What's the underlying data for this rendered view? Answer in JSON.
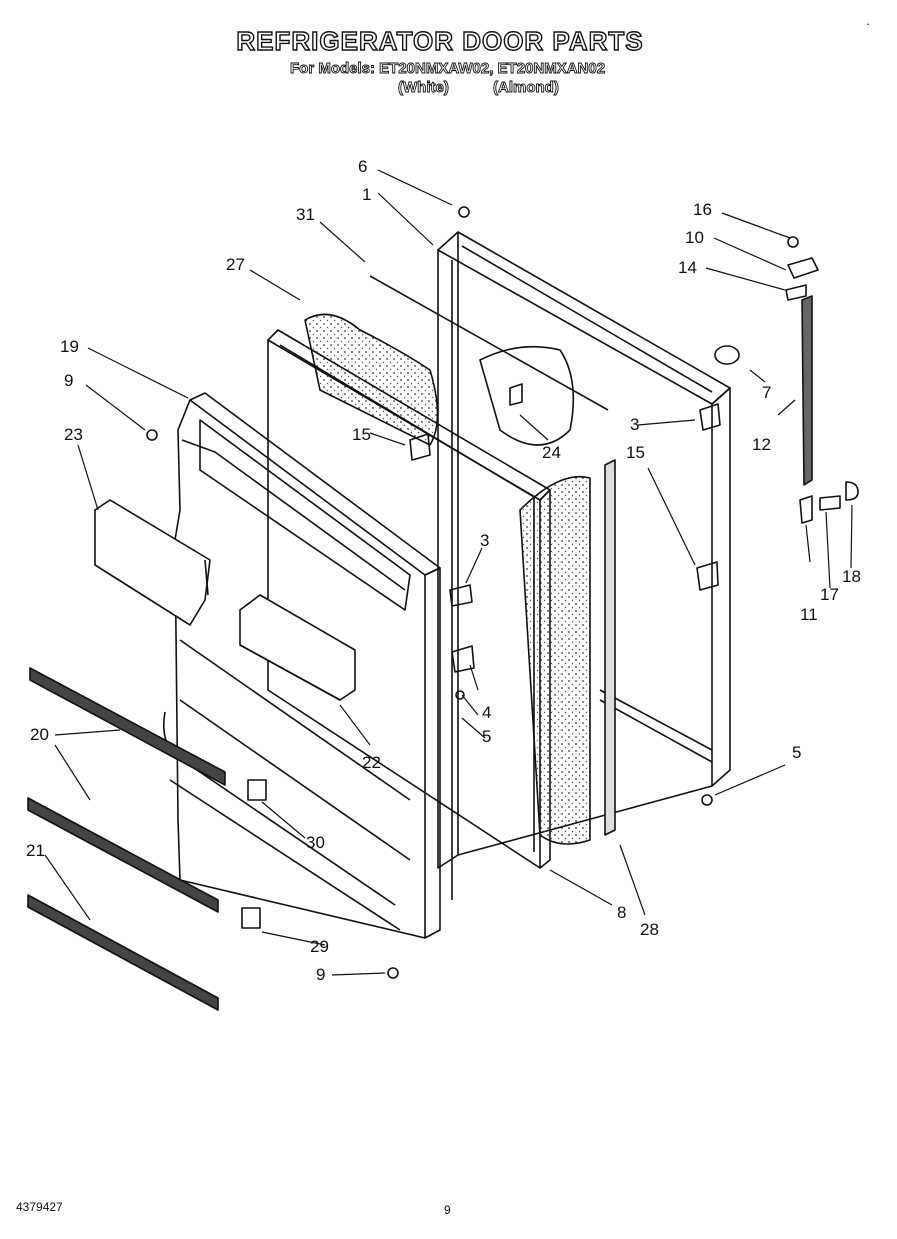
{
  "header": {
    "title": "REFRIGERATOR DOOR PARTS",
    "models_line": "For Models: ET20NMXAW02, ET20NMXAN02",
    "variant_white": "(White)",
    "variant_almond": "(Almond)"
  },
  "footer": {
    "doc_number": "4379427",
    "page_number": "9"
  },
  "callouts": {
    "c1": "1",
    "c3a": "3",
    "c3b": "3",
    "c4": "4",
    "c5a": "5",
    "c5b": "5",
    "c6": "6",
    "c7": "7",
    "c8": "8",
    "c9a": "9",
    "c9b": "9",
    "c10": "10",
    "c11": "11",
    "c12": "12",
    "c14": "14",
    "c15a": "15",
    "c15b": "15",
    "c16": "16",
    "c17": "17",
    "c18": "18",
    "c19": "19",
    "c20": "20",
    "c21": "21",
    "c22": "22",
    "c23": "23",
    "c24": "24",
    "c27": "27",
    "c28": "28",
    "c29": "29",
    "c30": "30",
    "c31": "31"
  },
  "colors": {
    "line": "#111111",
    "paper": "#ffffff"
  }
}
